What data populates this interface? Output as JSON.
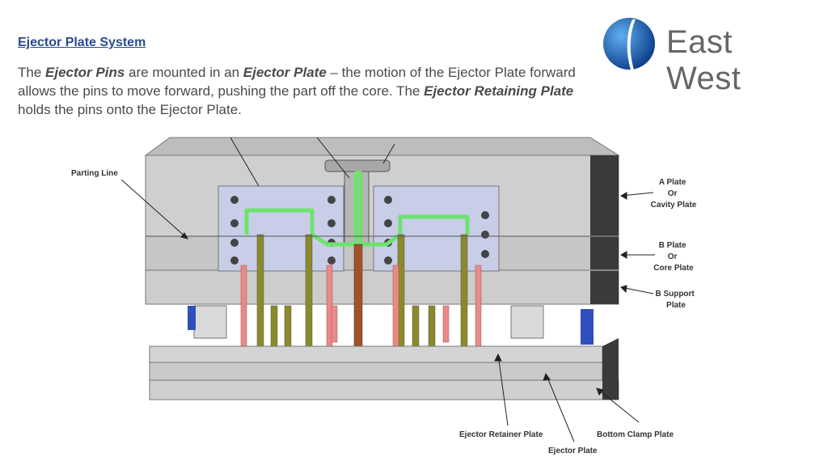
{
  "slide": {
    "heading": "Ejector Plate System",
    "body": [
      {
        "text": "The ",
        "em": false
      },
      {
        "text": "Ejector Pins",
        "em": true
      },
      {
        "text": " are mounted in an ",
        "em": false
      },
      {
        "text": "Ejector Plate",
        "em": true
      },
      {
        "text": " – the motion of the Ejector Plate forward allows the pins to move forward, pushing the part off the core. The ",
        "em": false
      },
      {
        "text": "Ejector Retaining Plate",
        "em": true
      },
      {
        "text": " holds the pins onto the Ejector Plate.",
        "em": false
      }
    ]
  },
  "logo": {
    "text": "East West",
    "colors": {
      "blue": "#1f6fbf",
      "text": "#666666"
    }
  },
  "diagram": {
    "labels": {
      "parting_line": "Parting Line",
      "a_plate": [
        "A Plate",
        "Or",
        "Cavity Plate"
      ],
      "b_plate": [
        "B Plate",
        "Or",
        "Core Plate"
      ],
      "b_support": [
        "B Support",
        "Plate"
      ],
      "ejector_retainer": "Ejector Retainer Plate",
      "bottom_clamp": "Bottom Clamp Plate",
      "ejector_plate": "Ejector Plate"
    },
    "colors": {
      "plate": "#cfcfcf",
      "plate_dark": "#3a3a3a",
      "cavity": "#c8cde8",
      "part": "#6ee26e",
      "ejector_pin": "#e88a8a",
      "return_pin": "#8a8a2a",
      "sprue_puller": "#a0522d",
      "spring": "#2f4fbf"
    }
  }
}
